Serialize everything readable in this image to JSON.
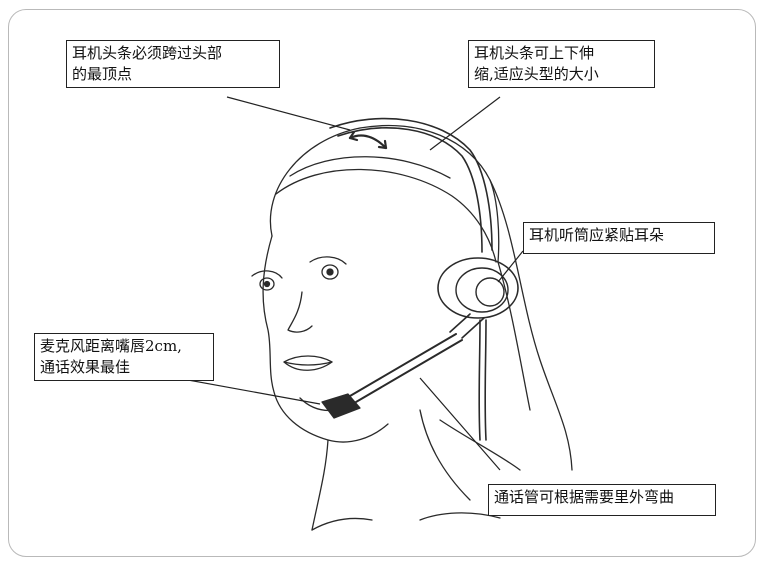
{
  "labels": {
    "top_left": [
      "耳机头条必须跨过头部",
      "的最顶点"
    ],
    "top_right": [
      "耳机头条可上下伸",
      "缩,适应头型的大小"
    ],
    "right": "耳机听筒应紧贴耳朵",
    "left": [
      "麦克风距离嘴唇2cm,",
      "通话效果最佳"
    ],
    "bottom": "通话管可根据需要里外弯曲"
  },
  "colors": {
    "line": "#222222",
    "frame": "#b9b9b9"
  }
}
